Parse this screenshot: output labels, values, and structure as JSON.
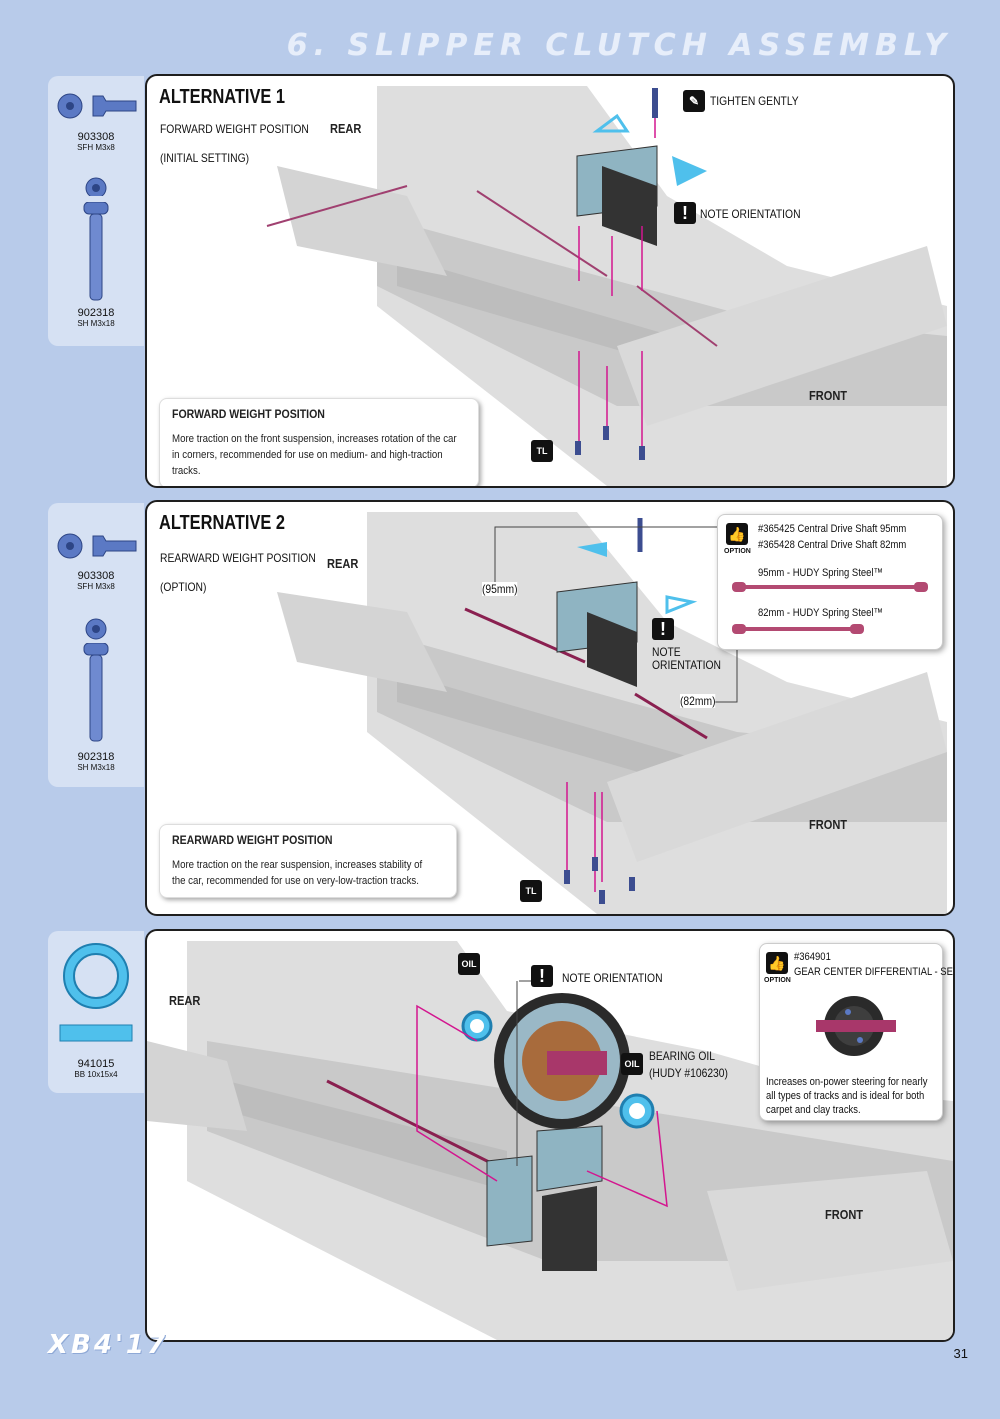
{
  "page_title": "6. SLIPPER CLUTCH ASSEMBLY",
  "footer": {
    "logo": "XB4'17",
    "page_number": "31"
  },
  "parts": {
    "p903308": {
      "code": "903308",
      "desc": "SFH M3x8"
    },
    "p902318": {
      "code": "902318",
      "desc": "SH M3x18"
    },
    "p941015": {
      "code": "941015",
      "desc": "BB 10x15x4"
    }
  },
  "panel1": {
    "title": "ALTERNATIVE 1",
    "subtitle": "FORWARD WEIGHT POSITION",
    "setting": "(INITIAL SETTING)",
    "rear": "REAR",
    "front": "FRONT",
    "tighten": "TIGHTEN GENTLY",
    "orientation": "NOTE ORIENTATION",
    "note_title": "FORWARD WEIGHT POSITION",
    "note_text": "More traction on the front suspension, increases rotation of the car in corners, recommended for use on medium- and high-traction tracks.",
    "tl": "TL"
  },
  "panel2": {
    "title": "ALTERNATIVE 2",
    "subtitle": "REARWARD WEIGHT POSITION",
    "setting": "(OPTION)",
    "rear": "REAR",
    "front": "FRONT",
    "orientation_1": "NOTE",
    "orientation_2": "ORIENTATION",
    "len95": "(95mm)",
    "len82": "(82mm)",
    "option_label": "OPTION",
    "opt_line1": "#365425 Central Drive Shaft 95mm",
    "opt_line2": "#365428 Central Drive Shaft 82mm",
    "shaft1": "95mm - HUDY Spring Steel™",
    "shaft2": "82mm - HUDY Spring Steel™",
    "note_title": "REARWARD WEIGHT POSITION",
    "note_text": "More traction on the rear suspension, increases stability of the car, recommended for use on very-low-traction tracks.",
    "tl": "TL"
  },
  "panel3": {
    "rear": "REAR",
    "front": "FRONT",
    "oil": "OIL",
    "orientation": "NOTE ORIENTATION",
    "bearing_oil": "BEARING OIL",
    "hudy": "(HUDY #106230)",
    "option_label": "OPTION",
    "opt_code": "#364901",
    "opt_name": "GEAR CENTER DIFFERENTIAL - SET",
    "opt_desc": "Increases on-power steering for nearly all types of tracks and is ideal for both carpet and clay tracks."
  },
  "colors": {
    "background": "#b8cbea",
    "sidebar": "#d6e1f3",
    "part_blue": "#4b6fb8",
    "arrow_blue": "#4fc0ec",
    "guide_magenta": "#d3168f"
  }
}
